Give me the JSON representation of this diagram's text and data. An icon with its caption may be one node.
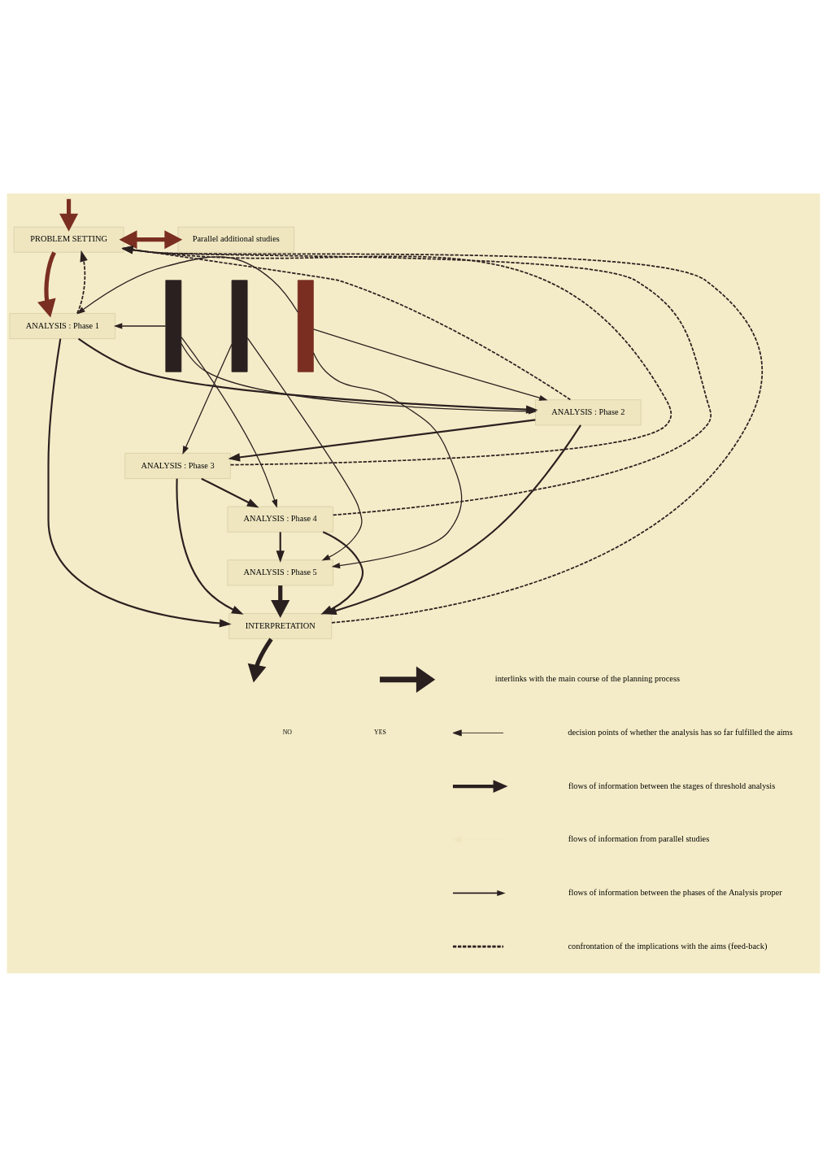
{
  "diagram": {
    "nodes": [
      {
        "text": [
          "PROBLEM SETTING"
        ]
      },
      {
        "text": [
          "Parallel additional studies"
        ]
      },
      {
        "text": [
          "ANALYSIS : Phase 1"
        ]
      },
      {
        "text": [
          "ANALYSIS : Phase 2"
        ]
      },
      {
        "text": [
          "ANALYSIS : Phase 3"
        ]
      },
      {
        "text": [
          "ANALYSIS : Phase 4"
        ]
      },
      {
        "text": [
          "ANALYSIS : Phase 5"
        ]
      },
      {
        "text": [
          "INTERPRETATION"
        ]
      },
      {
        "text": [],
        "shape": "bar"
      },
      {
        "text": [],
        "shape": "bar"
      },
      {
        "text": [],
        "shape": "bar"
      }
    ],
    "edges": [
      {
        "from": null,
        "to": 0,
        "arrow": "to",
        "style": "thick",
        "color": "#7a2e22"
      },
      {
        "from": 0,
        "to": 1,
        "arrow": "both",
        "style": "thick",
        "color": "#7a2e22"
      },
      {
        "from": 0,
        "to": 2,
        "arrow": "to",
        "style": "thick",
        "color": "#7a2e22"
      },
      {
        "from": 2,
        "to": 3,
        "arrow": "to"
      },
      {
        "from": 3,
        "to": 4,
        "arrow": "to"
      },
      {
        "from": 4,
        "to": 5,
        "arrow": "to"
      },
      {
        "from": 5,
        "to": 6,
        "arrow": "to"
      },
      {
        "from": 6,
        "to": 7,
        "arrow": "to",
        "style": "thick"
      },
      {
        "from": 2,
        "to": 7,
        "arrow": "to"
      },
      {
        "from": 3,
        "to": 7,
        "arrow": "to"
      },
      {
        "from": 4,
        "to": 7,
        "arrow": "to"
      },
      {
        "from": 5,
        "to": 7,
        "arrow": "to"
      },
      {
        "from": 7,
        "to": null,
        "arrow": "to",
        "style": "thick"
      },
      {
        "from": 10,
        "to": 2,
        "arrow": "to"
      },
      {
        "from": 8,
        "to": 2,
        "arrow": "to"
      },
      {
        "from": 8,
        "to": 3,
        "arrow": "to"
      },
      {
        "from": 10,
        "to": 3,
        "arrow": "to"
      },
      {
        "from": 9,
        "to": 4,
        "arrow": "to"
      },
      {
        "from": 8,
        "to": 5,
        "arrow": "to"
      },
      {
        "from": 9,
        "to": 6,
        "arrow": "to"
      },
      {
        "from": 10,
        "to": 6,
        "arrow": "to"
      },
      {
        "from": 2,
        "to": 0,
        "arrow": "to",
        "style": "dashed"
      },
      {
        "from": 3,
        "to": 0,
        "arrow": "to",
        "style": "dashed"
      },
      {
        "from": 4,
        "to": 0,
        "arrow": "to",
        "style": "dashed"
      },
      {
        "from": 5,
        "to": 0,
        "arrow": "to",
        "style": "dashed"
      },
      {
        "from": 7,
        "to": 0,
        "arrow": "to",
        "style": "dashed"
      }
    ],
    "labels": [
      "YES",
      "NO"
    ],
    "legend": [
      {
        "text": "interlinks with the main course of the planning process"
      },
      {
        "text": "decision points of whether the analysis has so far fulfilled the aims"
      },
      {
        "text": "flows of information between the stages of threshold analysis"
      },
      {
        "text": "flows of information from parallel studies"
      },
      {
        "text": "flows of information between the phases of the Analysis proper"
      },
      {
        "text": "confrontation of the implications with the aims (feed-back)"
      }
    ]
  }
}
